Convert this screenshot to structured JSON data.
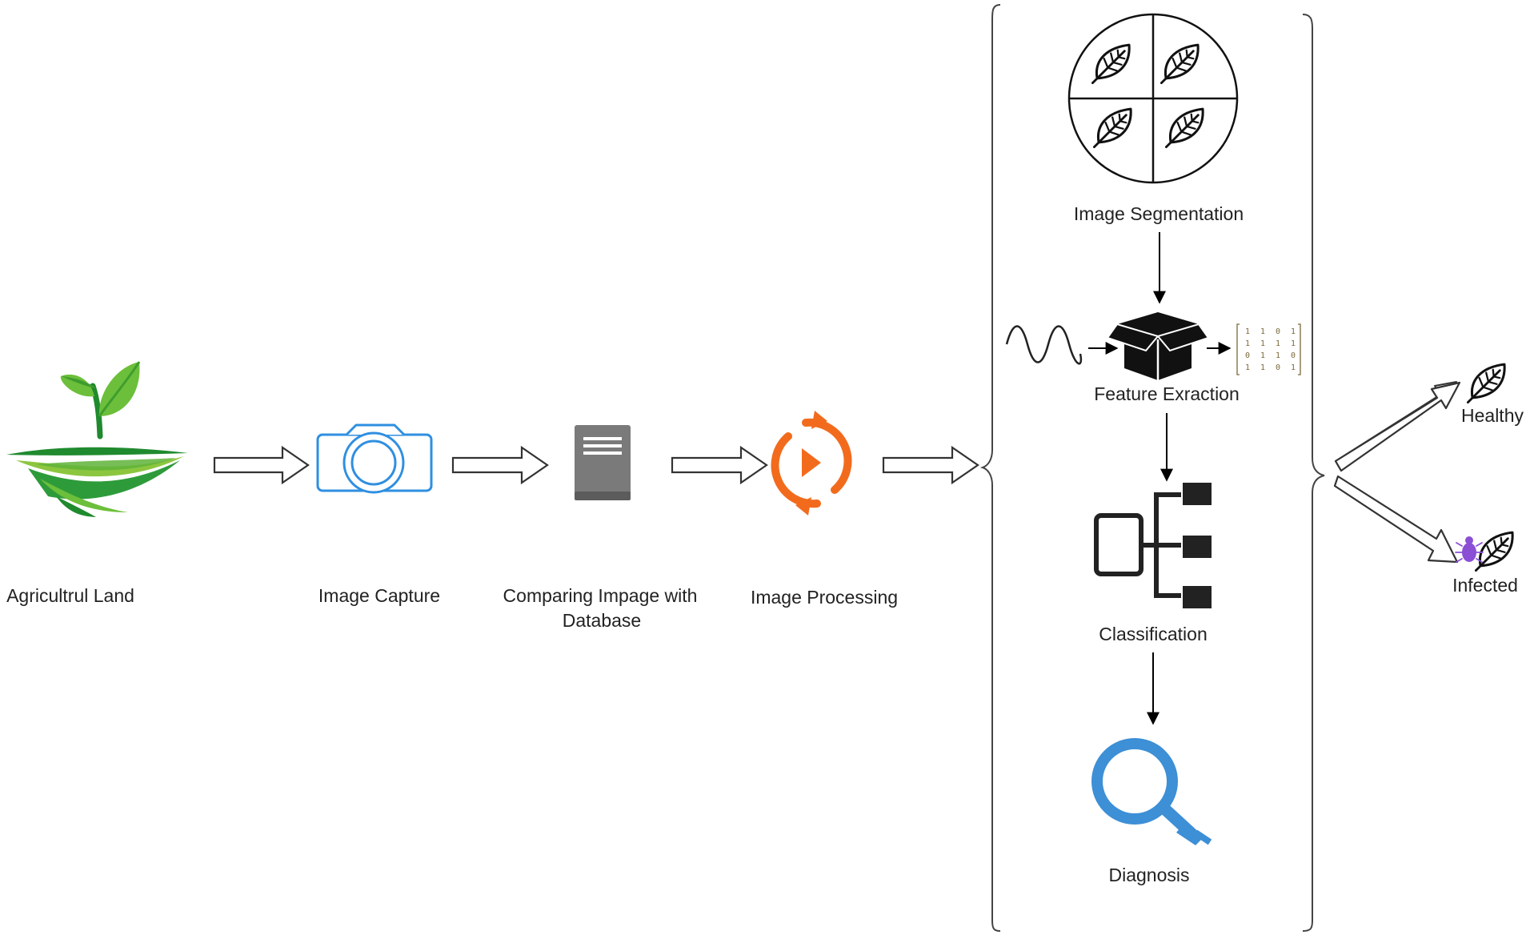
{
  "pipeline": {
    "agri_land": "Agricultrul Land",
    "image_capture": "Image Capture",
    "comparing_line1": "Comparing Impage with",
    "comparing_line2": "Database",
    "image_processing": "Image Processing"
  },
  "analysis": {
    "segmentation": "Image Segmentation",
    "feature_extraction": "Feature Exraction",
    "classification": "Classification",
    "diagnosis": "Diagnosis",
    "matrix_rows": [
      [
        "1",
        "1",
        "0",
        "1"
      ],
      [
        "1",
        "1",
        "1",
        "1"
      ],
      [
        "0",
        "1",
        "1",
        "0"
      ],
      [
        "1",
        "1",
        "0",
        "1"
      ]
    ]
  },
  "outcomes": {
    "healthy": "Healthy",
    "infected": "Infected"
  },
  "colors": {
    "leaf_green": "#6cbf3a",
    "field_green": "#2e9b3a",
    "camera_blue": "#2f8fe0",
    "db_gray": "#7a7a7a",
    "process_orange": "#f26b1d",
    "magnifier_blue": "#3d8fd6",
    "bug_purple": "#8b4fd6"
  }
}
